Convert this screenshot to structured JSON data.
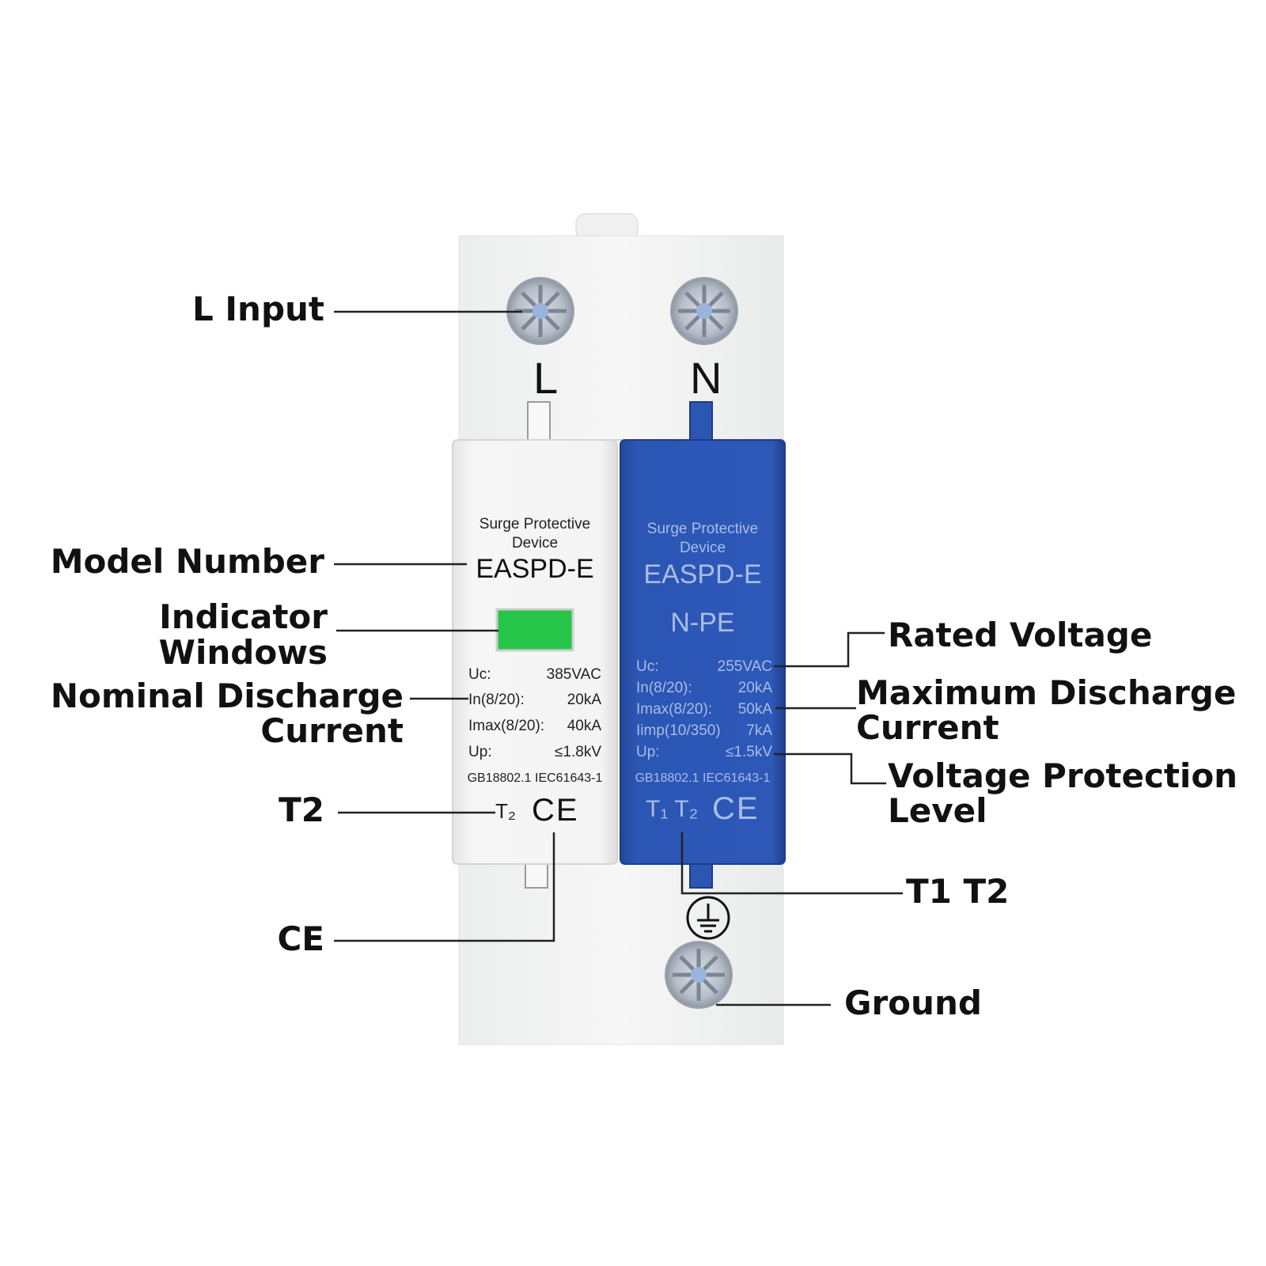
{
  "device": {
    "terminals": {
      "top_left": "L",
      "top_right": "N"
    },
    "module_l": {
      "name_line1": "Surge Protective",
      "name_line2": "Device",
      "model": "EASPD-E",
      "specs": [
        {
          "k": "Uc:",
          "v": "385VAC"
        },
        {
          "k": "In(8/20):",
          "v": "20kA"
        },
        {
          "k": "Imax(8/20):",
          "v": "40kA"
        },
        {
          "k": "Up:",
          "v": "≤1.8kV"
        }
      ],
      "standards": "GB18802.1 IEC61643-1",
      "type_mark": "T₂",
      "ce_mark": "CE",
      "indicator_color": "#27c64a"
    },
    "module_n": {
      "name_line1": "Surge Protective",
      "name_line2": "Device",
      "model": "EASPD-E",
      "sub": "N-PE",
      "specs": [
        {
          "k": "Uc:",
          "v": "255VAC"
        },
        {
          "k": "In(8/20):",
          "v": "20kA"
        },
        {
          "k": "Imax(8/20):",
          "v": "50kA"
        },
        {
          "k": "Iimp(10/350)",
          "v": "7kA"
        },
        {
          "k": "Up:",
          "v": "≤1.5kV"
        }
      ],
      "standards": "GB18802.1 IEC61643-1",
      "type_mark": "T₁ T₂",
      "ce_mark": "CE",
      "color": "#2c56b4"
    }
  },
  "callouts": {
    "l_input": "L Input",
    "model_number": "Model Number",
    "indicator_windows": [
      "Indicator",
      "Windows"
    ],
    "nominal_discharge": [
      "Nominal Discharge",
      "Current"
    ],
    "t2": "T2",
    "ce": "CE",
    "rated_voltage": "Rated Voltage",
    "max_discharge": [
      "Maximum Discharge",
      "Current"
    ],
    "voltage_protection": [
      "Voltage Protection",
      "Level"
    ],
    "t1t2": "T1 T2",
    "ground": "Ground"
  }
}
